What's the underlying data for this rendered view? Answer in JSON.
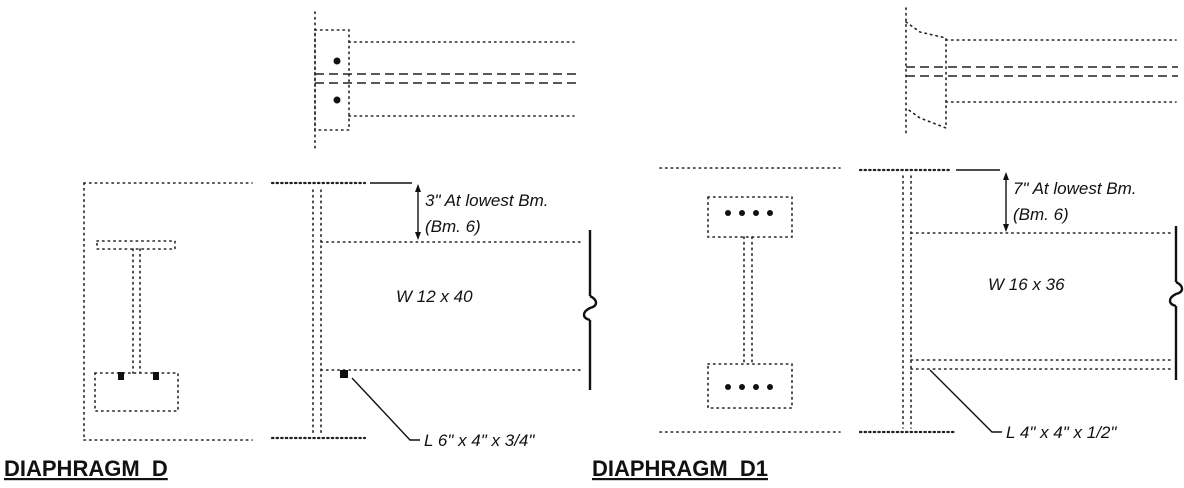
{
  "diaphragm_d": {
    "title": "DIAPHRAGM  D",
    "dim_note_1": "3\" At lowest Bm.",
    "dim_note_2": "(Bm. 6)",
    "beam_label": "W 12 x 40",
    "angle_label": "L 6\" x 4\" x 3/4\""
  },
  "diaphragm_d1": {
    "title": "DIAPHRAGM  D1",
    "dim_note_1": "7\" At lowest Bm.",
    "dim_note_2": "(Bm. 6)",
    "beam_label": "W 16 x 36",
    "angle_label": "L 4\" x 4\" x 1/2\""
  },
  "colors": {
    "ink": "#111111",
    "background": "#ffffff"
  }
}
